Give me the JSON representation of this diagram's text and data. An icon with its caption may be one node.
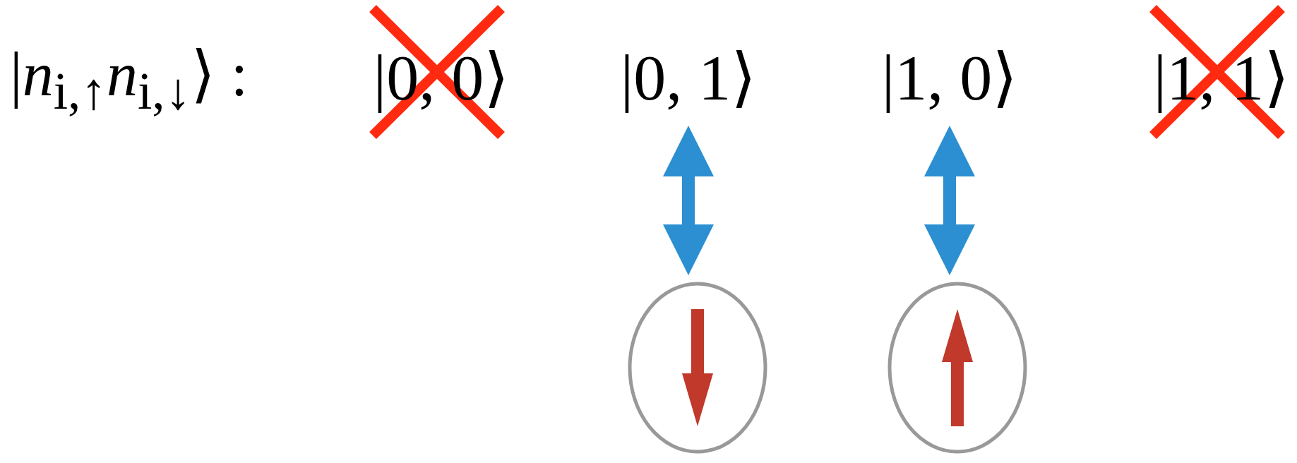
{
  "diagram": {
    "nodes": [
      {
        "text": [
          "|0, 0⟩"
        ]
      },
      {
        "text": [
          "|0, 1⟩"
        ]
      },
      {
        "text": [
          "|1, 0⟩"
        ]
      },
      {
        "text": [
          "|1, 1⟩"
        ]
      },
      {
        "text": [],
        "shape": "circle"
      },
      {
        "text": [],
        "shape": "circle"
      }
    ],
    "edges": [
      {
        "from": 1,
        "to": 4,
        "arrow": "both"
      },
      {
        "from": 2,
        "to": 5,
        "arrow": "both"
      }
    ],
    "labels": [
      "|*n*$_{i,↑}$*n*$_{i,↓}$⟩ :"
    ]
  }
}
